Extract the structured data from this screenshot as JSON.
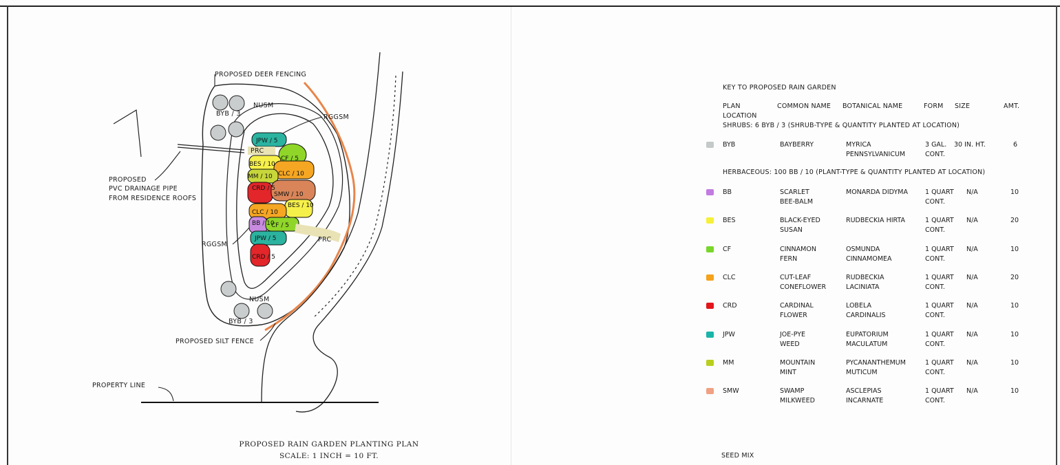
{
  "plan": {
    "labels": {
      "deer_fence": "PROPOSED DEER FENCING",
      "drain_pipe": [
        "PROPOSED",
        "PVC DRAINAGE PIPE",
        "FROM RESIDENCE ROOFS"
      ],
      "silt_fence": "PROPOSED SILT FENCE",
      "property_line": "PROPERTY LINE",
      "nusm_top": "NUSM",
      "nusm_bottom": "NUSM",
      "byb_top": "BYB / 3",
      "byb_bottom": "BYB / 3",
      "rggsm_right": "RGGSM",
      "rggsm_left": "RGGSM",
      "prc_top": "PRC",
      "prc_right": "PRC"
    },
    "beds": [
      {
        "code": "JPW / 5",
        "color": "#2bb3a0"
      },
      {
        "code": "CF / 5",
        "color": "#8fd629"
      },
      {
        "code": "BES / 10",
        "color": "#f6f04a"
      },
      {
        "code": "CLC / 10",
        "color": "#f5a623"
      },
      {
        "code": "MM / 10",
        "color": "#c7d63a"
      },
      {
        "code": "CRD / 5",
        "color": "#e2262a"
      },
      {
        "code": "SMW / 10",
        "color": "#d98559"
      },
      {
        "code": "BES / 10",
        "color": "#f6f04a"
      },
      {
        "code": "CLC / 10",
        "color": "#f5a623"
      },
      {
        "code": "BB / 10",
        "color": "#c88be0"
      },
      {
        "code": "CF / 5",
        "color": "#8fd629"
      },
      {
        "code": "JPW / 5",
        "color": "#2bb3a0"
      },
      {
        "code": "CRD / 5",
        "color": "#e2262a"
      }
    ],
    "title": "PROPOSED RAIN GARDEN PLANTING PLAN",
    "scale": "SCALE: 1 INCH = 10 FT."
  },
  "key": {
    "heading": "KEY TO PROPOSED RAIN GARDEN",
    "columns": {
      "plan_location": "PLAN",
      "plan_location_2": "LOCATION",
      "common_name": "COMMON NAME",
      "botanical_name": "BOTANICAL NAME",
      "form": "FORM",
      "size": "SIZE",
      "amt": "AMT."
    },
    "shrubs_note": "SHRUBS: 6    BYB / 3   (SHRUB-TYPE & QUANTITY PLANTED AT LOCATION)",
    "shrubs": [
      {
        "code": "BYB",
        "color": "#c4c9c9",
        "common": [
          "BAYBERRY",
          ""
        ],
        "botanical": [
          "MYRICA",
          "PENNSYLVANICUM"
        ],
        "form": [
          "3 GAL.",
          "CONT."
        ],
        "size": "30 IN. HT.",
        "amt": "6"
      }
    ],
    "herbaceous_note": "HERBACEOUS: 100 BB / 10 (PLANT-TYPE & QUANTITY PLANTED AT LOCATION)",
    "herbaceous": [
      {
        "code": "BB",
        "color": "#c27be0",
        "common": [
          "SCARLET",
          "BEE-BALM"
        ],
        "botanical": [
          "MONARDA DIDYMA",
          ""
        ],
        "form": [
          "1 QUART",
          "CONT."
        ],
        "size": "N/A",
        "amt": "10"
      },
      {
        "code": "BES",
        "color": "#f5f03a",
        "common": [
          "BLACK-EYED",
          "SUSAN"
        ],
        "botanical": [
          "RUDBECKIA HIRTA",
          ""
        ],
        "form": [
          "1 QUART",
          "CONT."
        ],
        "size": "N/A",
        "amt": "20"
      },
      {
        "code": "CF",
        "color": "#7ad62a",
        "common": [
          "CINNAMON",
          "FERN"
        ],
        "botanical": [
          "OSMUNDA",
          "CINNAMOMEA"
        ],
        "form": [
          "1 QUART",
          "CONT."
        ],
        "size": "N/A",
        "amt": "10"
      },
      {
        "code": "CLC",
        "color": "#f5a21c",
        "common": [
          "CUT-LEAF",
          "CONEFLOWER"
        ],
        "botanical": [
          "RUDBECKIA",
          "LACINIATA"
        ],
        "form": [
          "1 QUART",
          "CONT."
        ],
        "size": "N/A",
        "amt": "20"
      },
      {
        "code": "CRD",
        "color": "#e3161c",
        "common": [
          "CARDINAL",
          "FLOWER"
        ],
        "botanical": [
          "LOBELA",
          "CARDINALIS"
        ],
        "form": [
          "1 QUART",
          "CONT."
        ],
        "size": "N/A",
        "amt": "10"
      },
      {
        "code": "JPW",
        "color": "#19b5a8",
        "common": [
          "JOE-PYE",
          "WEED"
        ],
        "botanical": [
          "EUPATORIUM",
          "MACULATUM"
        ],
        "form": [
          "1 QUART",
          "CONT."
        ],
        "size": "N/A",
        "amt": "10"
      },
      {
        "code": "MM",
        "color": "#b9cf1f",
        "common": [
          "MOUNTAIN",
          "MINT"
        ],
        "botanical": [
          "PYCANANTHEMUM",
          "MUTICUM"
        ],
        "form": [
          "1 QUART",
          "CONT."
        ],
        "size": "N/A",
        "amt": "10"
      },
      {
        "code": "SMW",
        "color": "#f0a184",
        "common": [
          "SWAMP",
          "MILKWEED"
        ],
        "botanical": [
          "ASCLEPIAS",
          "INCARNATE"
        ],
        "form": [
          "1 QUART",
          "CONT."
        ],
        "size": "N/A",
        "amt": "10"
      }
    ],
    "seed_mix": "SEED MIX"
  }
}
